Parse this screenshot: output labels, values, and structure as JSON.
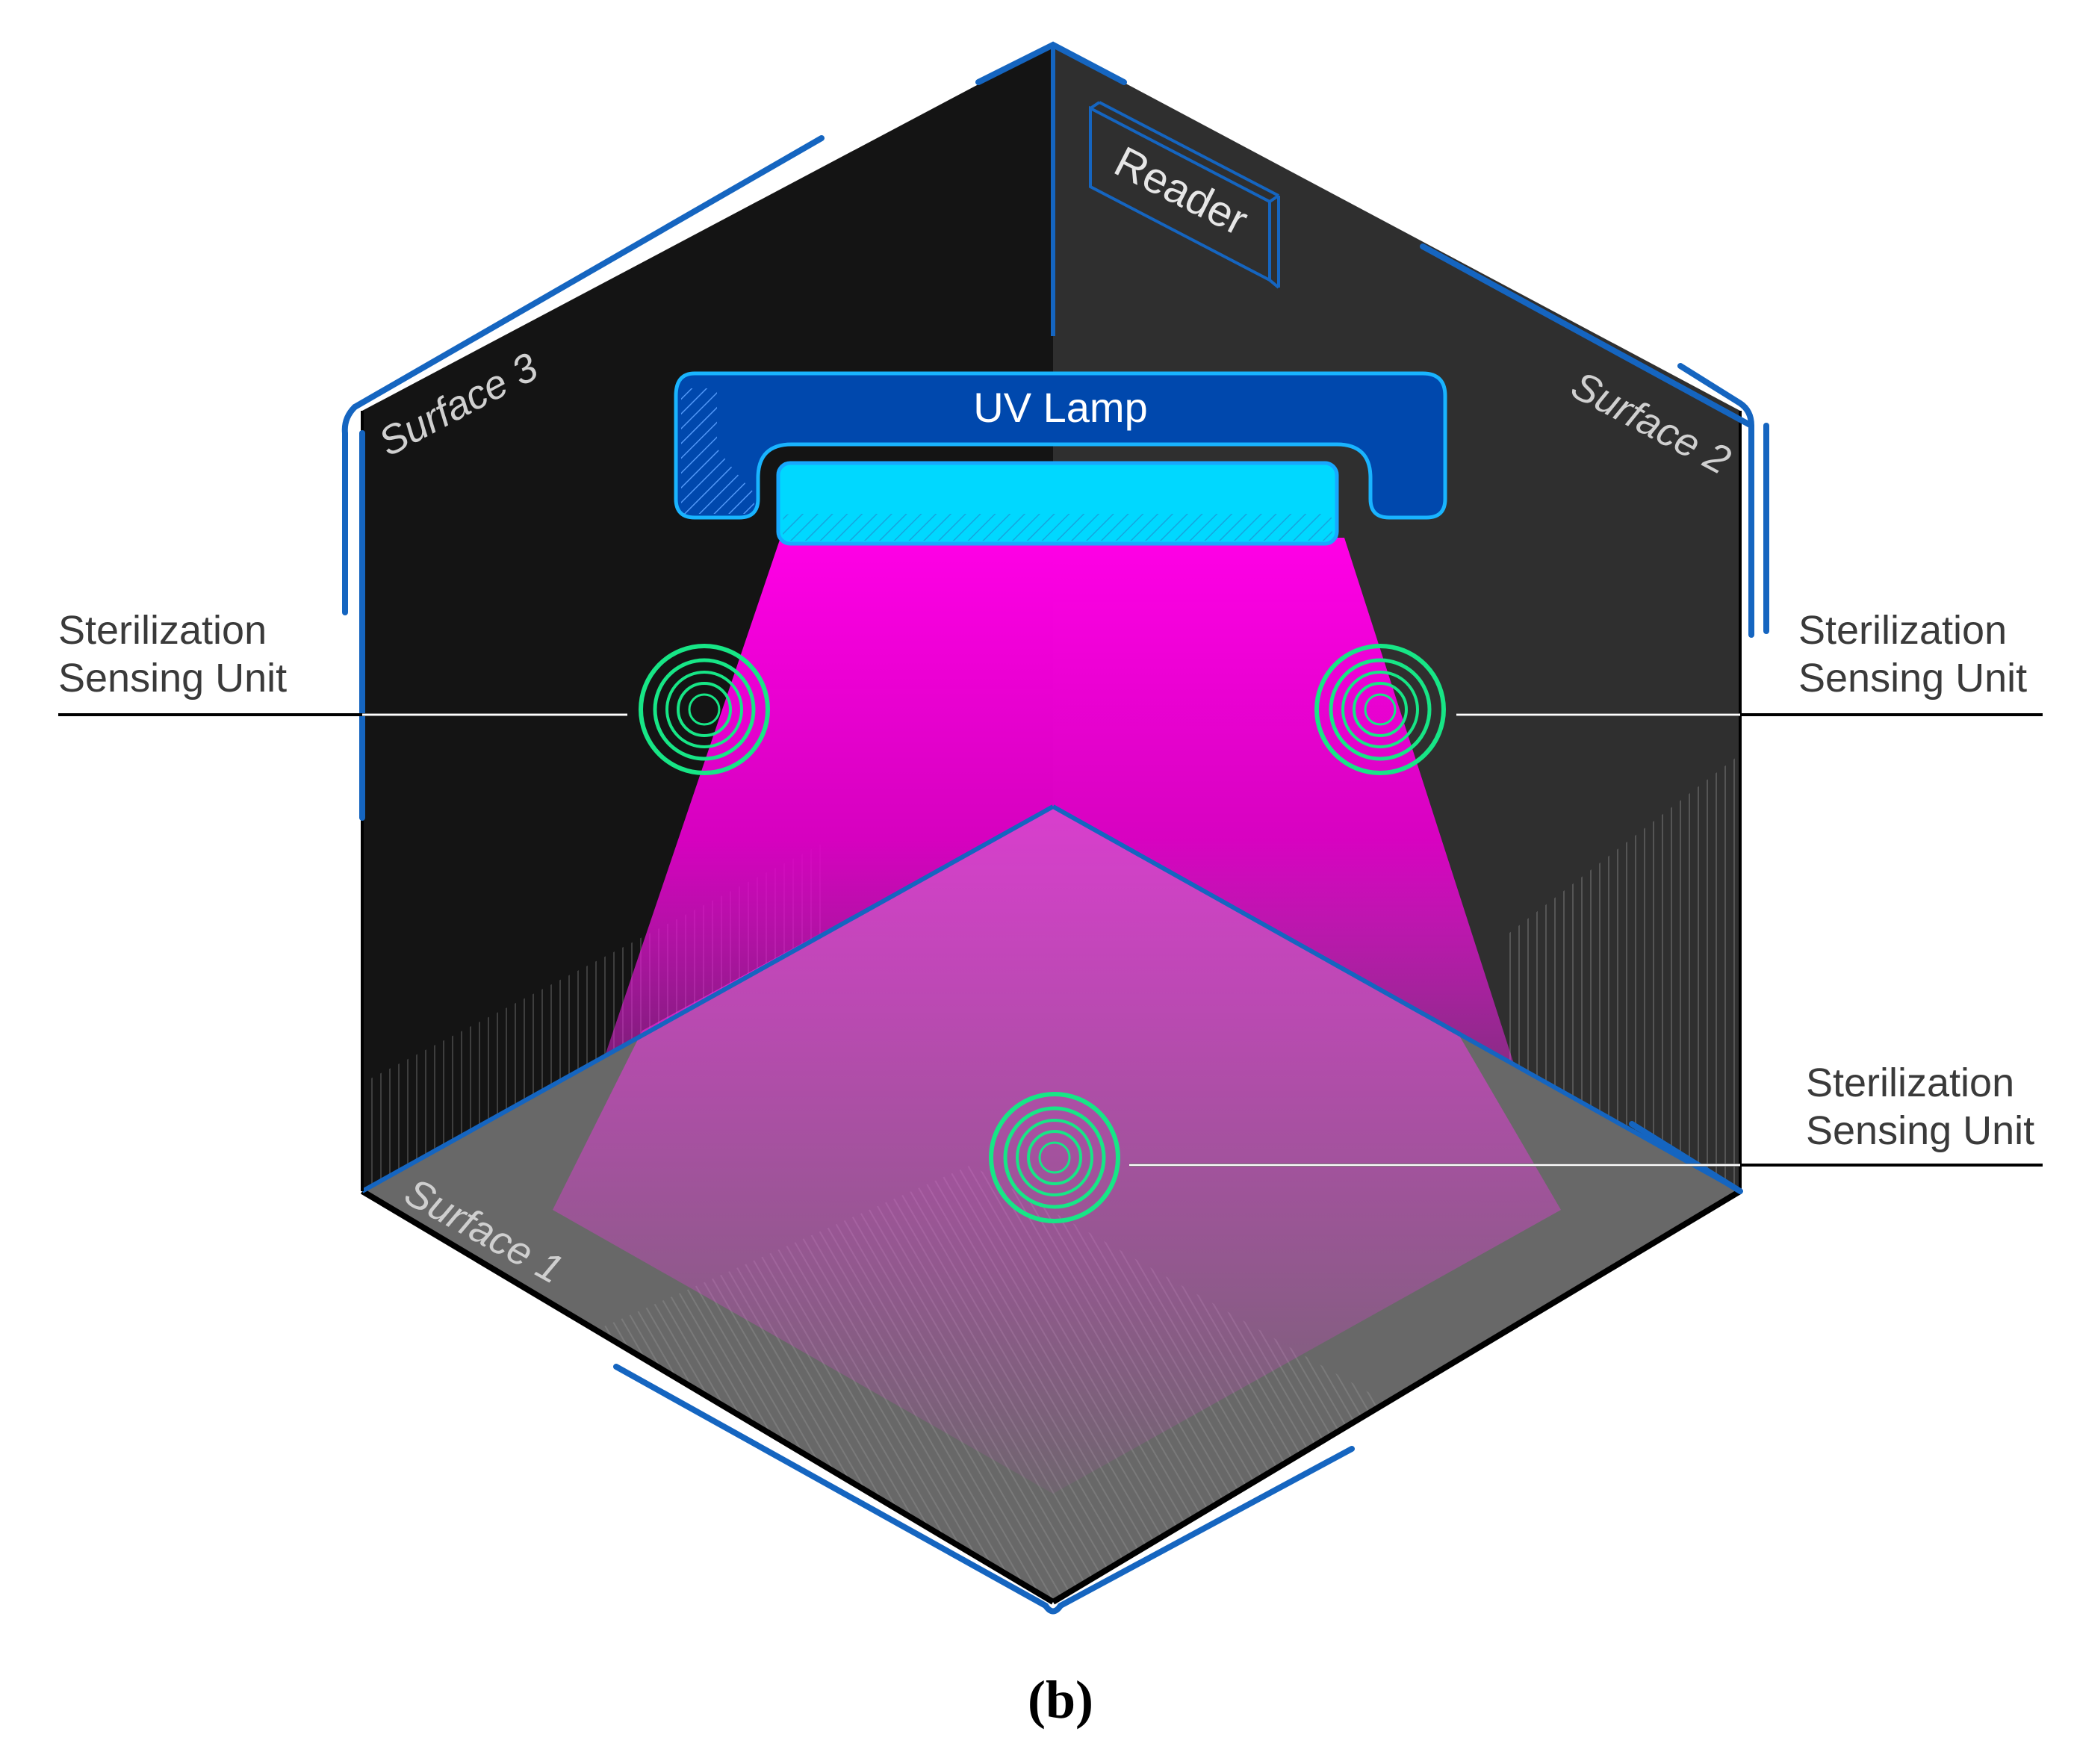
{
  "labels": {
    "reader": "Reader",
    "uv_lamp": "UV Lamp",
    "surface_1": "Surface 1",
    "surface_2": "Surface 2",
    "surface_3": "Surface 3",
    "sensor_left_line1": "Sterilization",
    "sensor_left_line2": "Sensing Unit",
    "sensor_right_line1": "Sterilization",
    "sensor_right_line2": "Sensing Unit",
    "sensor_bottom_line1": "Sterilization",
    "sensor_bottom_line2": "Sensing Unit",
    "panel_caption": "(b)"
  },
  "colors": {
    "left_wall": "#141414",
    "right_wall": "#2f2f2f",
    "floor": "#686868",
    "frame_blue": "#1565c0",
    "lamp_housing": "#0048ad",
    "lamp_tube": "#00d8ff",
    "uv_beam": "#ff00e6",
    "sensor_ring": "#17e686"
  }
}
